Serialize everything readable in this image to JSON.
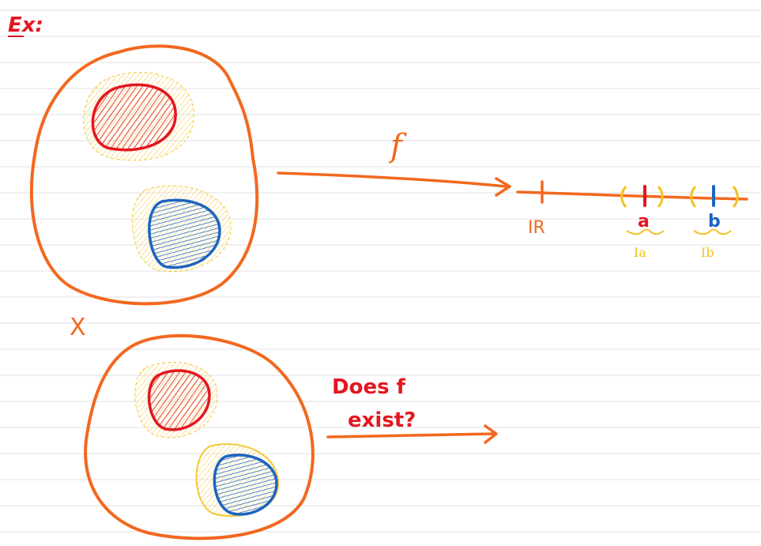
{
  "header": {
    "label": "Ex:"
  },
  "labels": {
    "set_name": "X",
    "function_name": "f",
    "codomain": "IR",
    "point_a": "a",
    "point_b": "b",
    "interval_a": "Ia",
    "interval_b": "Ib",
    "question_line1": "Does f",
    "question_line2": "exist?"
  },
  "colors": {
    "line": "#e2e2e2",
    "orange": "#f2681f",
    "red": "#e3171f",
    "blue": "#1c64c0",
    "yellow": "#f4c21f"
  }
}
